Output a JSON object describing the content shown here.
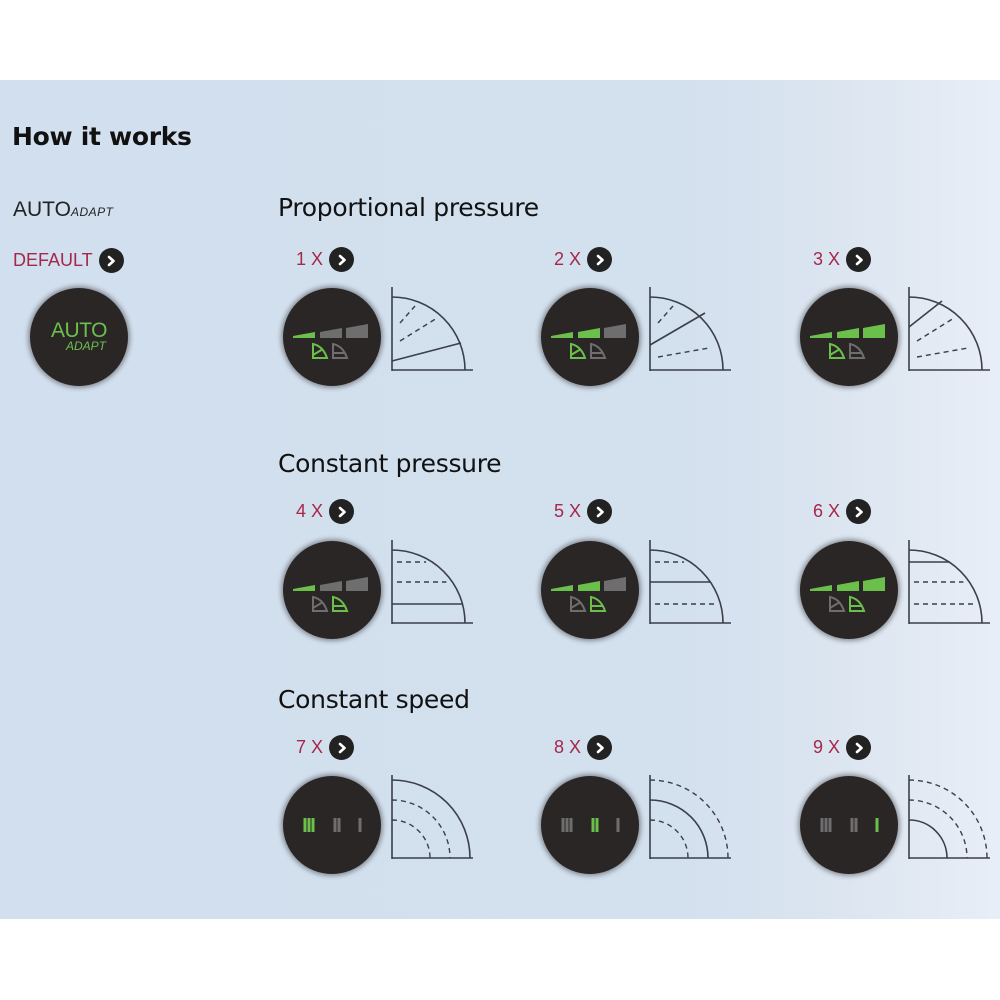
{
  "title": "How it works",
  "autoadapt": {
    "brand_main": "AUTO",
    "brand_sub": "ADAPT",
    "default_label": "DEFAULT",
    "dial_line1": "AUTO",
    "dial_line2": "ADAPT"
  },
  "colors": {
    "accent_green": "#6bc04b",
    "inactive_gray": "#6e6e6e",
    "label_red": "#a5284a",
    "dial_bg": "#2a2626"
  },
  "sections": [
    {
      "title": "Proportional pressure",
      "type": "proportional",
      "modes": [
        {
          "label": "1 X",
          "level": 1,
          "icon_active": "proportional"
        },
        {
          "label": "2 X",
          "level": 2,
          "icon_active": "proportional"
        },
        {
          "label": "3 X",
          "level": 3,
          "icon_active": "proportional"
        }
      ]
    },
    {
      "title": "Constant pressure",
      "type": "constant",
      "modes": [
        {
          "label": "4 X",
          "level": 1,
          "icon_active": "constant"
        },
        {
          "label": "5 X",
          "level": 2,
          "icon_active": "constant"
        },
        {
          "label": "6 X",
          "level": 3,
          "icon_active": "constant"
        }
      ]
    },
    {
      "title": "Constant speed",
      "type": "speed",
      "modes": [
        {
          "label": "7 X",
          "speed": "III"
        },
        {
          "label": "8 X",
          "speed": "II"
        },
        {
          "label": "9 X",
          "speed": "I"
        }
      ]
    }
  ]
}
